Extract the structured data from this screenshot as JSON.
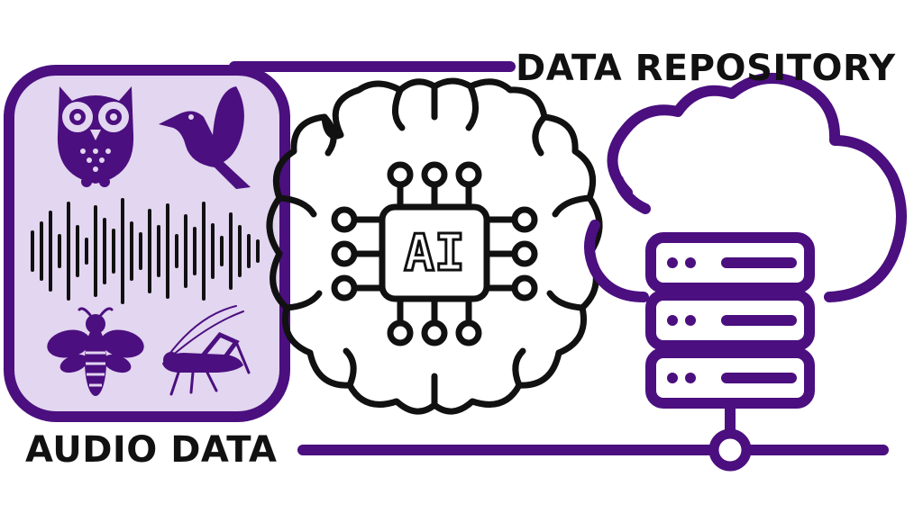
{
  "labels": {
    "data_repository": "DATA REPOSITORY",
    "audio_data": "AUDIO DATA",
    "ai_chip": "AI"
  },
  "colors": {
    "brand_purple": "#4b0f7f",
    "panel_fill": "#e2d6f0",
    "ink": "#111111",
    "background": "#ffffff"
  },
  "icons": {
    "audio_panel": [
      "owl-icon",
      "bird-icon",
      "waveform-icon",
      "bee-icon",
      "cricket-icon"
    ],
    "center": "ai-brain-icon",
    "right": [
      "cloud-icon",
      "server-stack-icon",
      "network-node-icon"
    ]
  }
}
